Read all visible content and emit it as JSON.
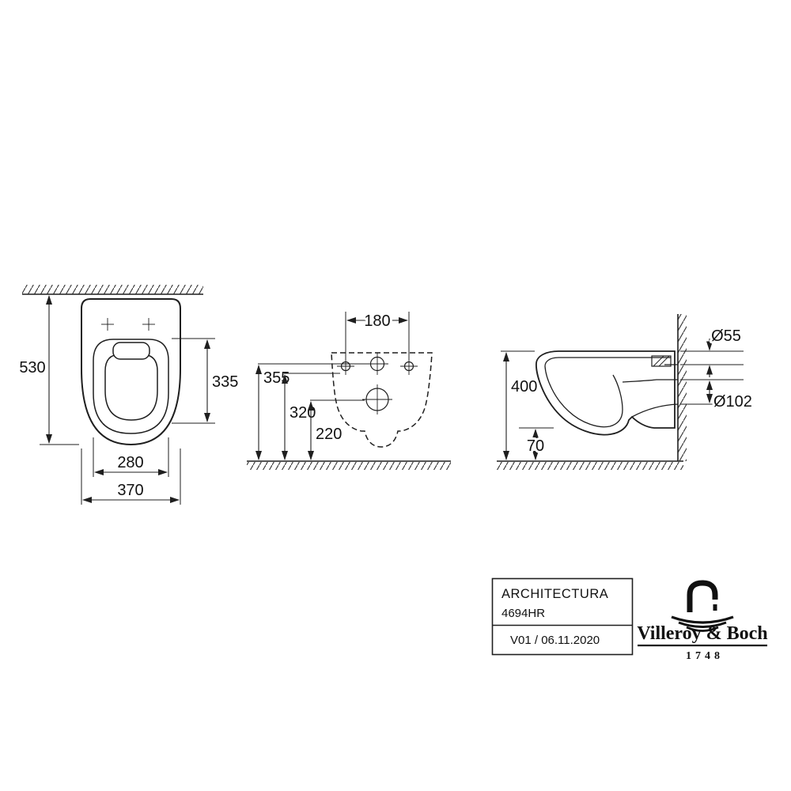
{
  "views": {
    "top": {
      "d530": "530",
      "d335": "335",
      "d280": "280",
      "d370": "370"
    },
    "front": {
      "d180": "180",
      "d355": "355",
      "d320": "320",
      "d220": "220"
    },
    "side": {
      "d400": "400",
      "d70": "70",
      "d55": "Ø55",
      "d102": "Ø102"
    }
  },
  "title_block": {
    "series": "ARCHITECTURA",
    "article": "4694HR",
    "revision": "V01 / 06.11.2020",
    "brand": "Villeroy & Boch",
    "founded": "1748"
  }
}
